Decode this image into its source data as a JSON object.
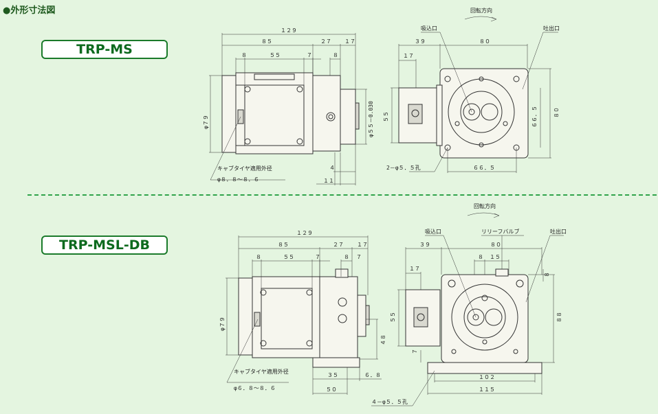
{
  "heading": "●外形寸法図",
  "models": [
    {
      "name": "TRP-MS",
      "rotation_label": "回転方向",
      "suction_label": "吸込口",
      "discharge_label": "吐出口",
      "holes_label": "2－φ５．５孔",
      "tire_label": "キャブタイヤ適用外径",
      "tire_range": "φ８．８～８．６",
      "dims": {
        "d129": "１２９",
        "d85": "８５",
        "d27": "２７",
        "d17": "１７",
        "d8a": "８",
        "d55": "５５",
        "d7": "７",
        "d8b": "８",
        "phi79": "φ７９",
        "phi55": "φ５５－0.030",
        "d4": "４",
        "d11": "１１",
        "r39": "３９",
        "r80": "８０",
        "r17": "１７",
        "r55": "５５",
        "r66h": "６６．５",
        "r80v": "８０",
        "r66w": "６６．５"
      }
    },
    {
      "name": "TRP-MSL-DB",
      "rotation_label": "回転方向",
      "suction_label": "吸込口",
      "relief_label": "リリーフバルブ",
      "discharge_label": "吐出口",
      "holes_label": "４－φ５．５孔",
      "tire_label": "キャブタイヤ適用外径",
      "tire_range": "φ６．８～８．６",
      "dims": {
        "d129": "１２９",
        "d85": "８５",
        "d27": "２７",
        "d17": "１７",
        "d8a": "８",
        "d55": "５５",
        "d7": "７",
        "d8b": "８",
        "d7b": "７",
        "phi79": "φ７９",
        "d48": "４８",
        "d35": "３５",
        "d68": "６．８",
        "d50": "５０",
        "r39": "３９",
        "r80": "８０",
        "r8": "８",
        "r15": "１５",
        "r17": "１７",
        "r55": "５５",
        "r8v": "８",
        "r88": "８８",
        "r7": "７",
        "r102": "１０２",
        "r115": "１１５"
      }
    }
  ]
}
